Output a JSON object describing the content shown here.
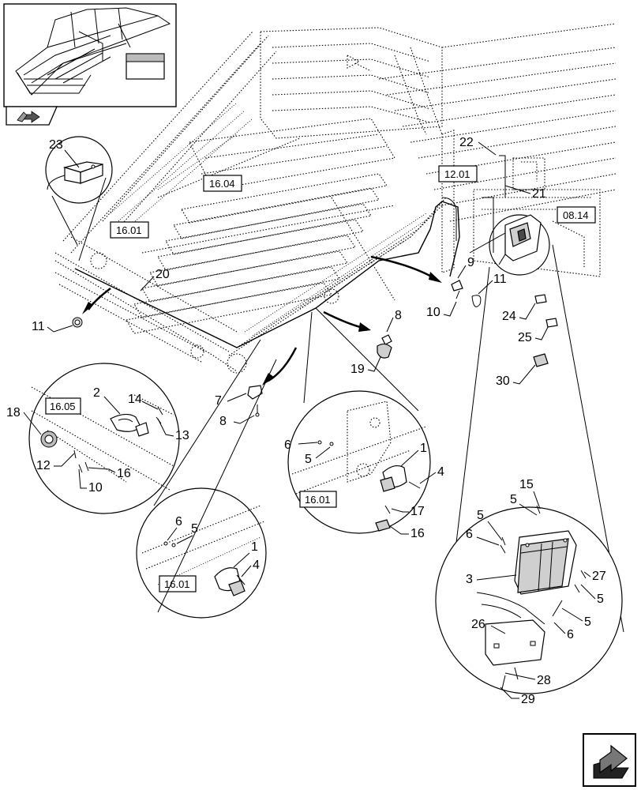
{
  "references": {
    "r1604": "16.04",
    "r1601a": "16.01",
    "r1201": "12.01",
    "r0814": "08.14",
    "r1605": "16.05",
    "r1601b": "16.01",
    "r1601c": "16.01"
  },
  "callouts": {
    "c23": "23",
    "c22": "22",
    "c21": "21",
    "c20": "20",
    "c11a": "11",
    "c9": "9",
    "c11b": "11",
    "c10a": "10",
    "c8a": "8",
    "c19": "19",
    "c24": "24",
    "c25": "25",
    "c30": "30",
    "c7": "7",
    "c8b": "8",
    "c18": "18",
    "c2": "2",
    "c14": "14",
    "c13": "13",
    "c12": "12",
    "c16a": "16",
    "c10b": "10",
    "c6a": "6",
    "c5a": "5",
    "c1a": "1",
    "c4a": "4",
    "c17": "17",
    "c16b": "16",
    "c6b": "6",
    "c5b": "5",
    "c1b": "1",
    "c4b": "4",
    "c15": "15",
    "c5c": "5",
    "c5d": "5",
    "c6c": "6",
    "c3": "3",
    "c27": "27",
    "c5e": "5",
    "c5f": "5",
    "c6d": "6",
    "c26": "26",
    "c28": "28",
    "c29": "29"
  },
  "icons": {
    "thumbnail_nav": "arrow-into-box-icon",
    "next_page": "next-page-arrow-icon"
  }
}
